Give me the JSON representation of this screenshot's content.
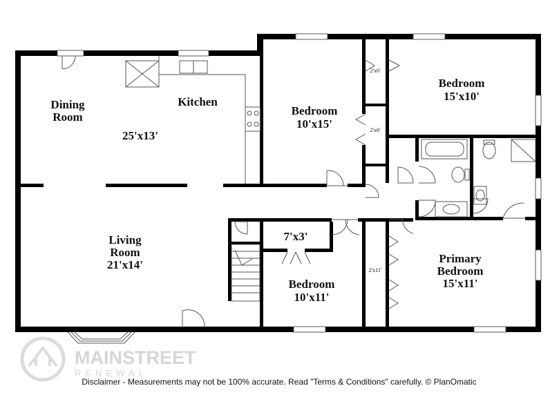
{
  "rooms": {
    "dining": {
      "name_line1": "Dining",
      "name_line2": "Room"
    },
    "kitchen": {
      "name": "Kitchen",
      "dims": "25'x13'"
    },
    "bedroom_top_middle": {
      "name": "Bedroom",
      "dims": "10'x15'"
    },
    "bedroom_top_right": {
      "name": "Bedroom",
      "dims": "15'x10'"
    },
    "living": {
      "name_line1": "Living",
      "name_line2": "Room",
      "dims": "21'x14'"
    },
    "closet_mid": {
      "dims": "7'x3'"
    },
    "bedroom_bottom": {
      "name": "Bedroom",
      "dims": "10'x11'"
    },
    "primary": {
      "name_line1": "Primary",
      "name_line2": "Bedroom",
      "dims": "15'x11'"
    }
  },
  "closets": {
    "upper": "2'x6'",
    "lower": "2'x6'",
    "primary": "2'x11'"
  },
  "watermark": {
    "line1": "MAINSTREET",
    "line2": "RENEWAL"
  },
  "disclaimer": "Disclaimer - Measurements may not be 100% accurate. Read \"Terms & Conditions\" carefully. © PlanOmatic"
}
